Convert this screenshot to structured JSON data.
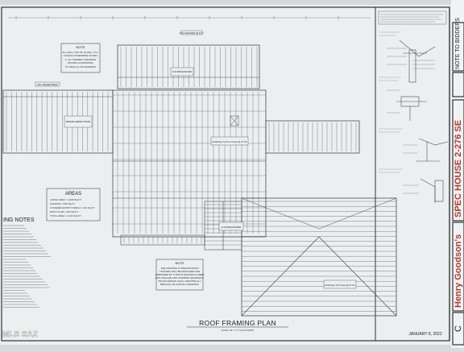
{
  "sheet": {
    "plan_title": "ROOF FRAMING PLAN",
    "plan_scale": "SCALE: 1/8\" = 1'-0\" (11x17 PRINT)",
    "date": "JANUARY 8, 2022",
    "watermark": "MLS SAZ",
    "side_notes_label": "NOTE TO BIDDERS",
    "side_project": "SPEC HOUSE 2-276 SE",
    "side_designer": "Henry Goodson's",
    "side_page": "C"
  },
  "notes": {
    "title": "NOTE",
    "lines": [
      "ALL WALL TOP OF PLATE = 8'-1\"",
      "UNLESS OTHERWISE NOTED.",
      "2. ALL FRAMED OPENINGS",
      "(DOORS & WINDOWS)",
      "TO HAVE (2) 2x6 HEADERS."
    ]
  },
  "areas": {
    "title": "AREAS",
    "rows": [
      "LIVING AREA = 2,096 SQ.FT.",
      "GARAGE = 539 SQ.FT.",
      "COVERED ENTRY PORCH = 134 SQ.FT.",
      "PATIO SLAB = 334 SQ.FT.",
      "TOTAL AREA = 3,103 SQ.FT."
    ]
  },
  "left_notes_label": "ING NOTES",
  "bottom_note": {
    "title": "NOTE",
    "lines": [
      "THE FRAMING & SPECIFICATION",
      "TRUSSES WILL BE DESIGNED AND",
      "PREPARED BY A TRUSS MANUFACTURER",
      "WITH SEALED AND STAMPED DRAWINGS.",
      "TRUSS DESIGN SHALL PROVIDE ALL",
      "BRACING, BLOCKING & BEARING"
    ]
  },
  "callouts": {
    "ridge_board_1": "2x10 RIDGE BOARD",
    "header_beam": "2x12 HEADER BEAM",
    "prefab_girder": "PREFAB GIRDER TRUSS",
    "prefab_common": "Prefab Eng. Common Trusses @ 24\" OC",
    "prefab_hip": "Prefab Eng. Hip Trusses @ 24\" OC",
    "ridge_board_2": "2x10 RIDGE BOARD",
    "top_label": "2x12 HEADER @ 8'-1\""
  },
  "colors": {
    "paper": "#eceeef",
    "line": "#4a4d52",
    "frame": "#2f3237",
    "accent_red": "#c0392b"
  }
}
